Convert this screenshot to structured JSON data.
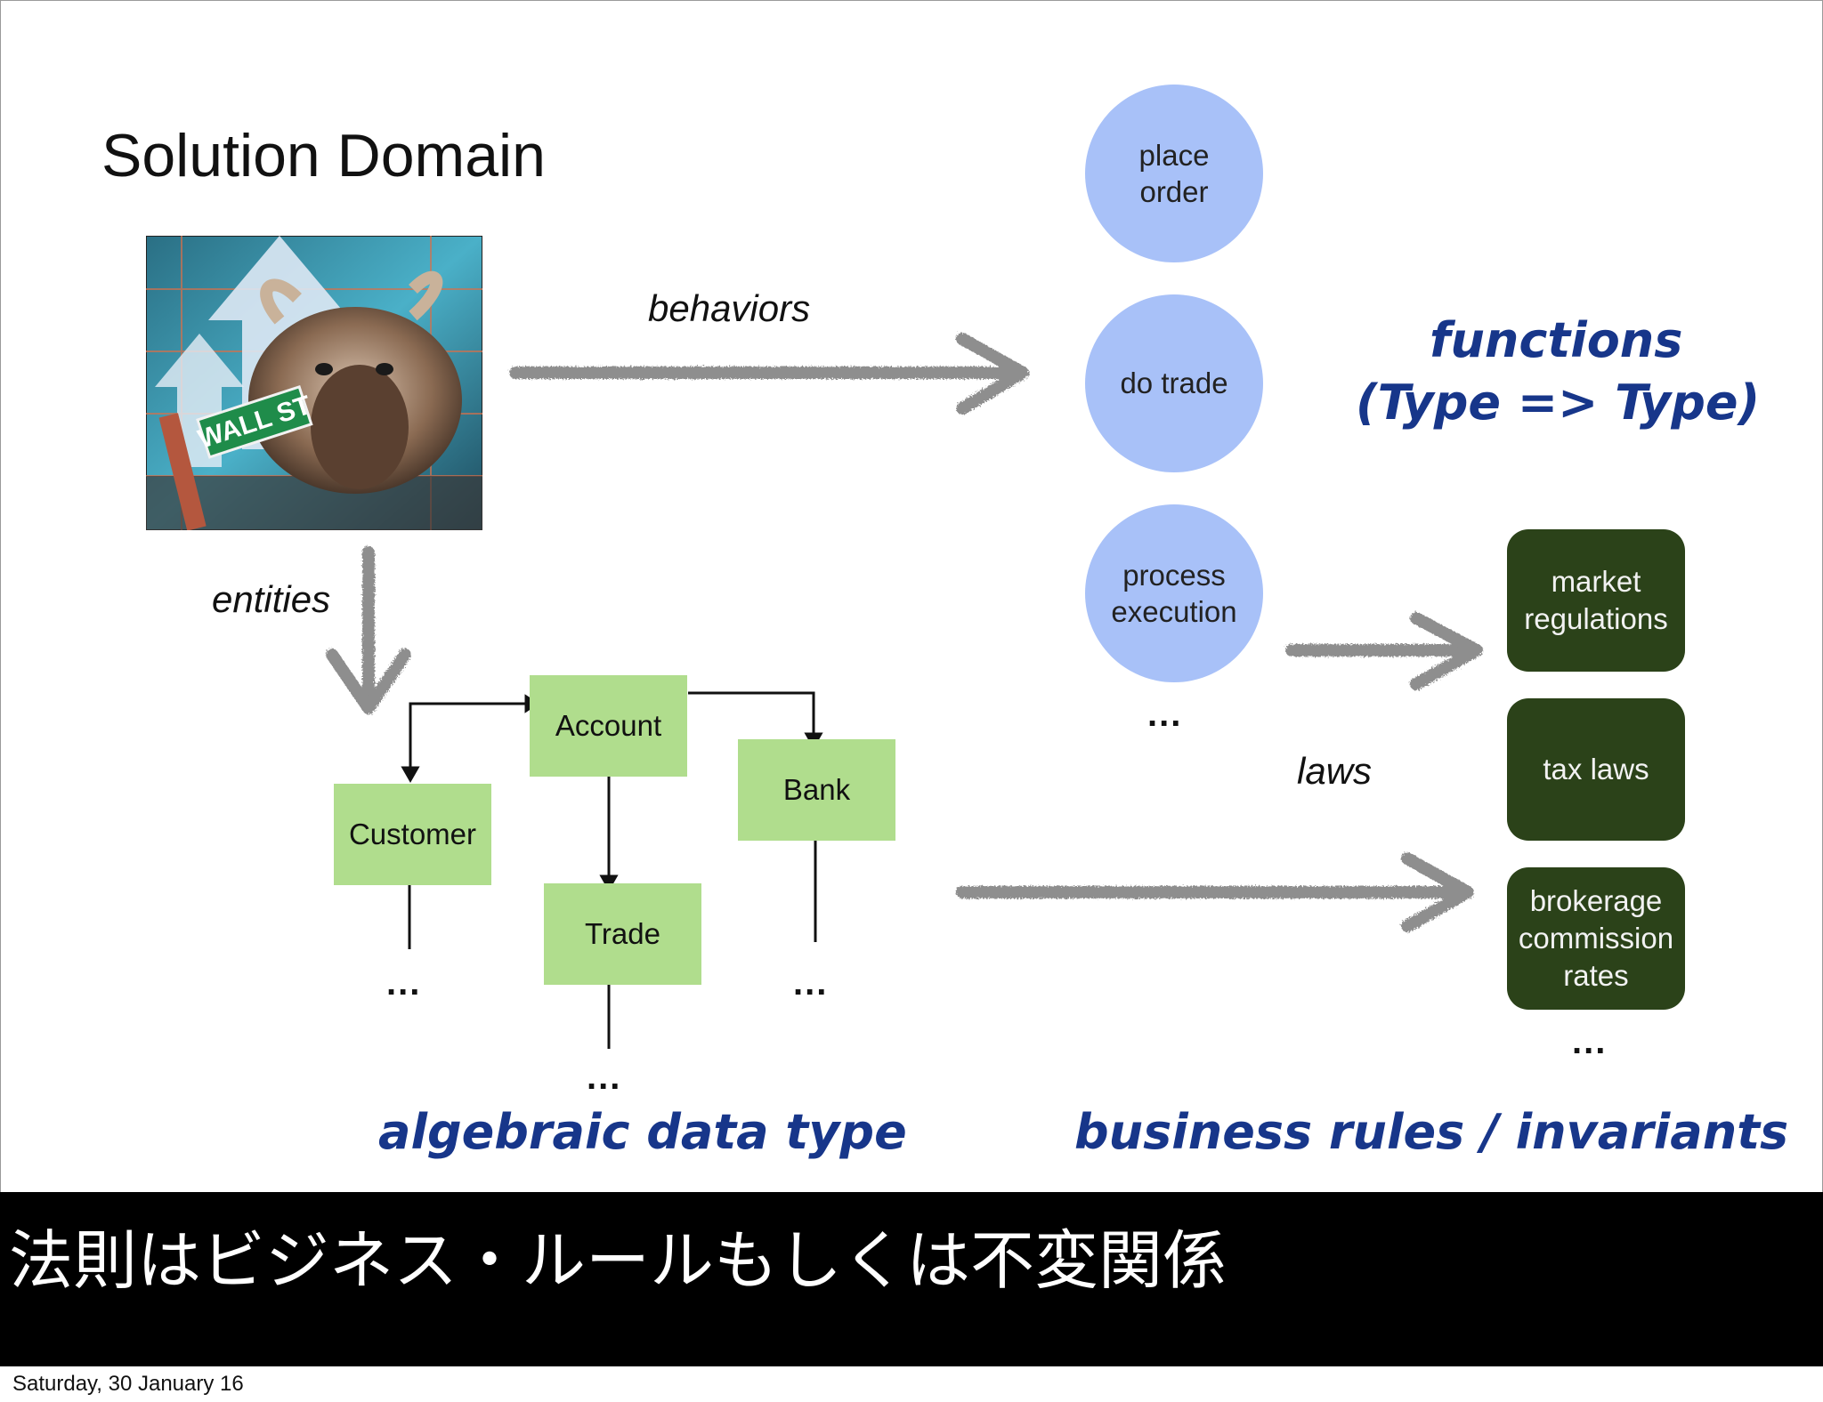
{
  "slide": {
    "title": "Solution Domain",
    "behaviors_label": "behaviors",
    "entities_label": "entities",
    "laws_label": "laws",
    "functions_title": "functions",
    "functions_signature": "(Type => Type)",
    "adt_title": "algebraic data type",
    "rules_title": "business rules / invariants",
    "behaviors": [
      "place\norder",
      "do trade",
      "process\nexecution"
    ],
    "behaviors_more": "...",
    "entities": {
      "account": "Account",
      "customer": "Customer",
      "bank": "Bank",
      "trade": "Trade",
      "more": "..."
    },
    "laws": [
      "market\nregulations",
      "tax laws",
      "brokerage\ncommission\nrates"
    ],
    "laws_more": "...",
    "image_sign": "WALL ST"
  },
  "subtitle": "法則はビジネス・ルールもしくは不変関係",
  "footer_date": "Saturday, 30 January 16",
  "colors": {
    "behavior_circle": "#a8c1f8",
    "entity_box": "#b0dd8d",
    "law_box": "#2b4219",
    "accent_blue": "#17368a"
  }
}
